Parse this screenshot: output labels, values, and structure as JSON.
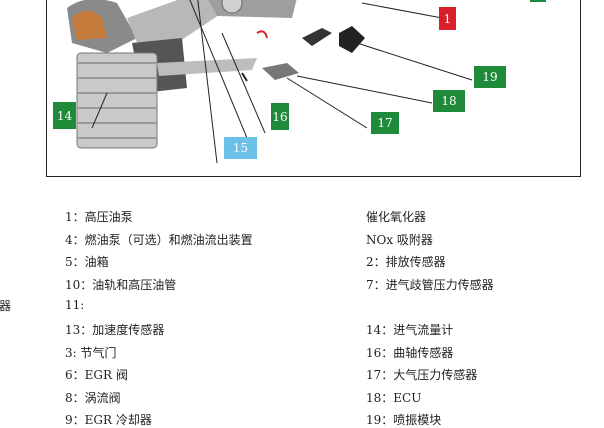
{
  "figure": {
    "callouts": {
      "c1": "1",
      "c14": "14",
      "c15": "15",
      "c16": "16",
      "c17": "17",
      "c18": "18",
      "c19": "19"
    },
    "colors": {
      "green": "#1f8a3a",
      "red": "#d9202a",
      "blue": "#6cc0e8"
    }
  },
  "legend": {
    "left": [
      "1：高压油泵",
      "4：燃油泵（可选）和燃油流出装置",
      "5：油箱",
      "10：油轨和高压油管",
      "11:",
      "13：加速度传感器",
      "3: 节气门",
      "6：EGR 阀",
      "8：涡流阀",
      "9：EGR 冷却器"
    ],
    "right": [
      "催化氧化器",
      "NOx 吸附器",
      "2：排放传感器",
      "7：进气歧管压力传感器",
      "14：进气流量计",
      "16：曲轴传感器",
      "17：大气压力传感器",
      "18：ECU",
      "19：喷振模块"
    ],
    "edge_text": "器"
  }
}
